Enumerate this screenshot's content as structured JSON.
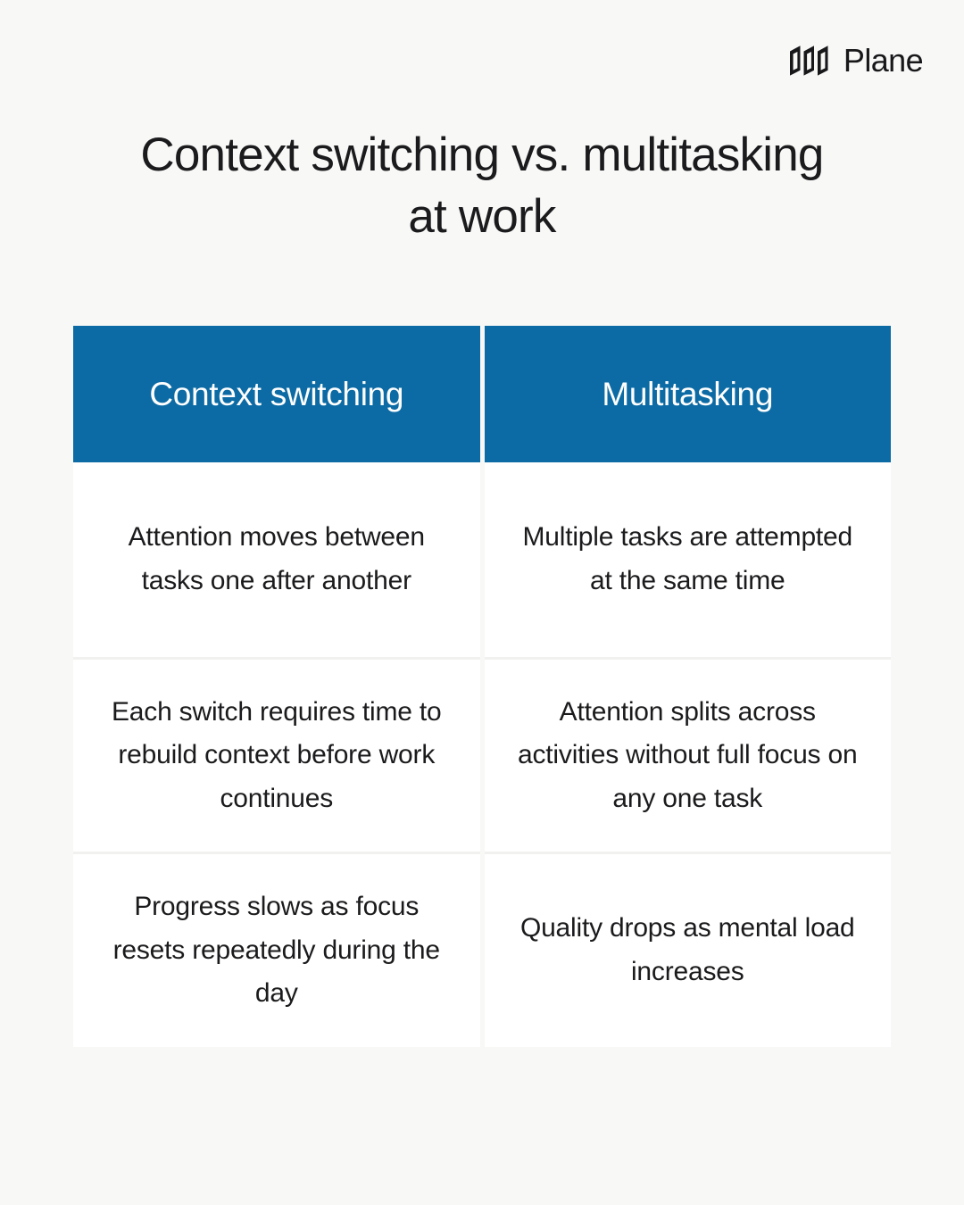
{
  "brand": {
    "name": "Plane",
    "logo_icon": "plane-logo-icon"
  },
  "title": "Context switching vs. multitasking at work",
  "colors": {
    "header_blue": "#0c6ba4",
    "page_background": "#f8f8f7",
    "cell_background": "#ffffff",
    "text_dark": "#1b1b1d",
    "header_text": "#ffffff",
    "divider": "#f1f1f0"
  },
  "table": {
    "columns": [
      {
        "header": "Context switching",
        "cells": [
          "Attention moves between tasks one after another",
          "Each switch requires time to rebuild context before work continues",
          "Progress slows as focus resets repeatedly during the day"
        ]
      },
      {
        "header": "Multitasking",
        "cells": [
          "Multiple tasks are attempted at the same time",
          "Attention splits across activities without full focus on any one task",
          "Quality drops as mental load increases"
        ]
      }
    ]
  }
}
